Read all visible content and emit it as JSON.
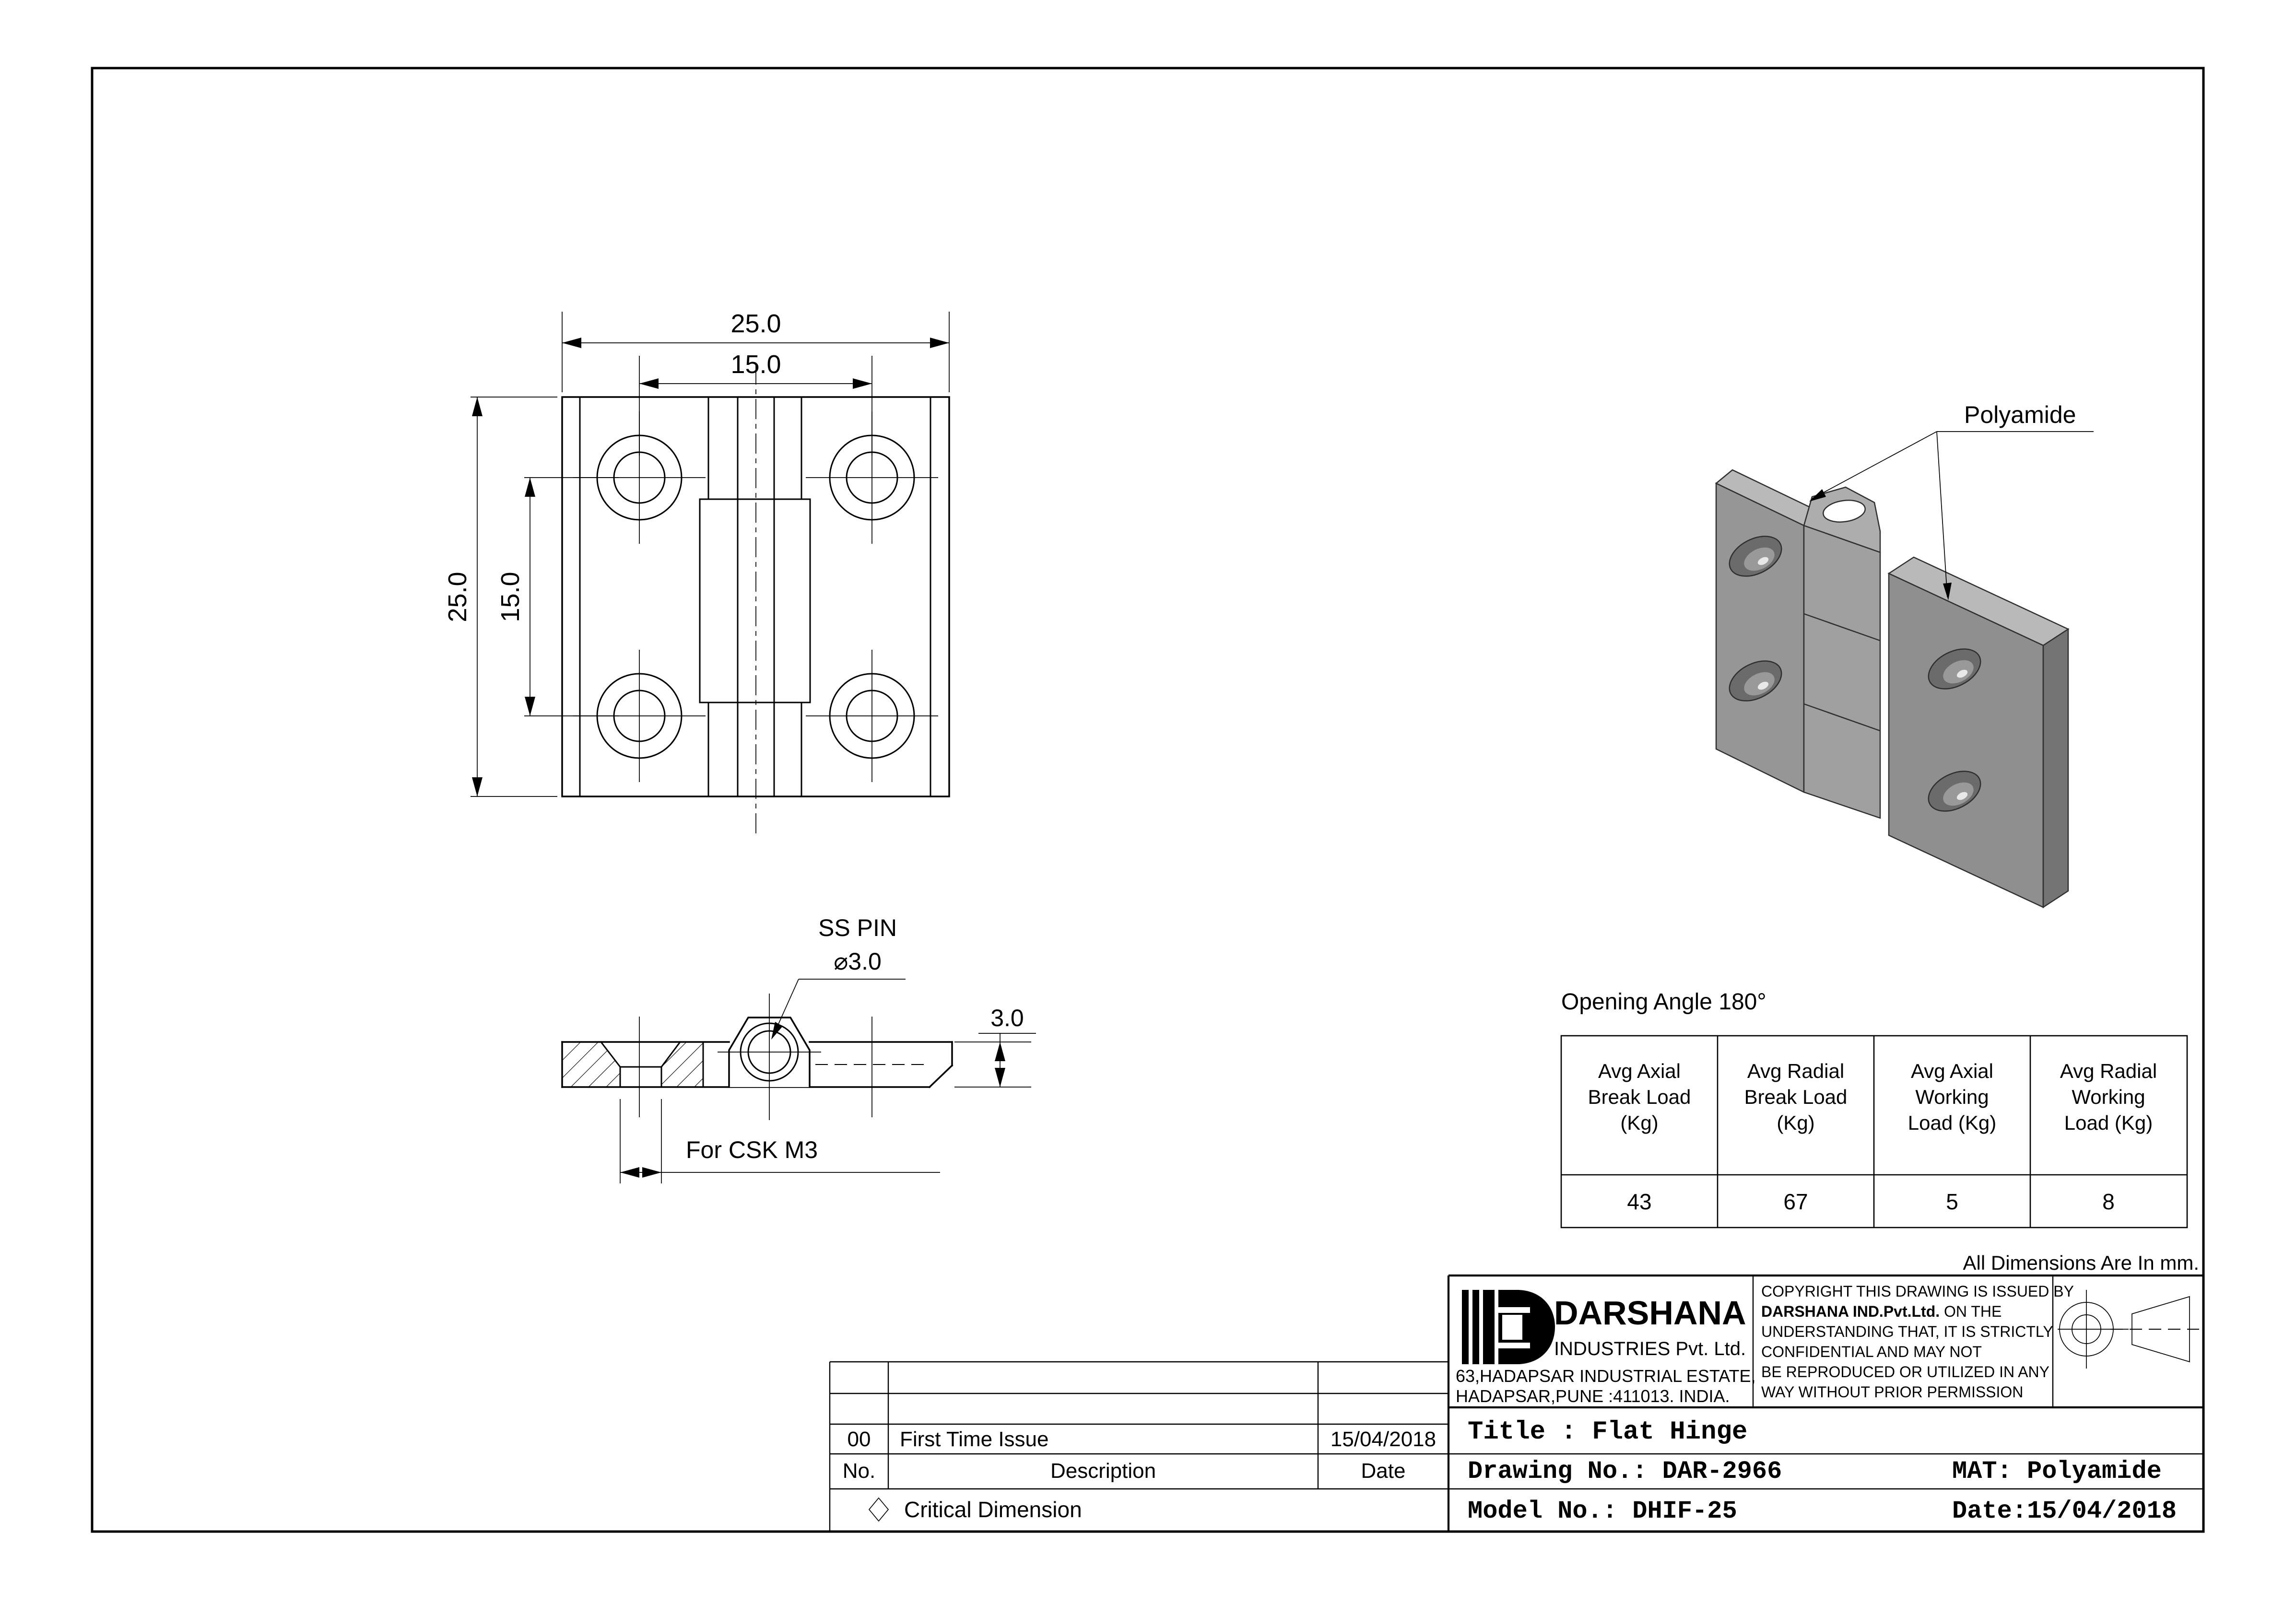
{
  "front_view": {
    "width_outer": "25.0",
    "width_inner": "15.0",
    "height_outer": "25.0",
    "height_inner": "15.0"
  },
  "side_view": {
    "pin_label": "SS PIN",
    "pin_diameter": "⌀3.0",
    "thickness": "3.0",
    "csk_note": "For CSK M3"
  },
  "iso_view": {
    "material_label": "Polyamide"
  },
  "notes": {
    "opening_angle": "Opening Angle 180°",
    "units": "All Dimensions Are In mm."
  },
  "load_table": {
    "headers": [
      [
        "Avg Axial",
        "Break Load",
        "(Kg)"
      ],
      [
        "Avg Radial",
        "Break Load",
        "(Kg)"
      ],
      [
        "Avg Axial",
        "Working",
        "Load (Kg)"
      ],
      [
        "Avg Radial",
        "Working",
        "Load (Kg)"
      ]
    ],
    "values": [
      "43",
      "67",
      "5",
      "8"
    ]
  },
  "revision_table": {
    "entry": {
      "no": "00",
      "description": "First Time Issue",
      "date": "15/04/2018"
    },
    "headers": {
      "no": "No.",
      "description": "Description",
      "date": "Date"
    },
    "critical_note": "Critical Dimension"
  },
  "title_block": {
    "company": {
      "name": "DARSHANA",
      "type": "INDUSTRIES Pvt. Ltd.",
      "address1": "63,HADAPSAR INDUSTRIAL ESTATE,",
      "address2": "HADAPSAR,PUNE :411013. INDIA."
    },
    "copyright": {
      "line1": "COPYRIGHT THIS DRAWING IS ISSUED BY",
      "line2_bold": "DARSHANA IND.Pvt.Ltd.",
      "line2_rest": " ON THE",
      "line3": "UNDERSTANDING THAT, IT IS STRICTLY",
      "line4": "CONFIDENTIAL AND MAY NOT",
      "line5": "BE REPRODUCED OR UTILIZED IN ANY",
      "line6": "WAY WITHOUT PRIOR PERMISSION"
    },
    "title": "Title : Flat Hinge",
    "drawing_no": "Drawing No.: DAR-2966",
    "material": "MAT: Polyamide",
    "model_no": "Model No.: DHIF-25",
    "date": "Date:15/04/2018"
  }
}
